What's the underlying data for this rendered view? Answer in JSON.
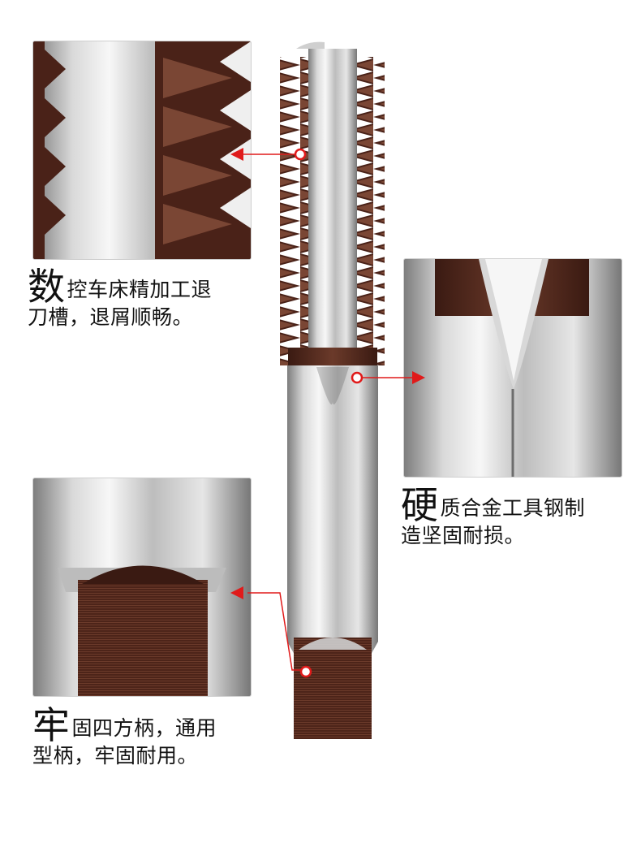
{
  "features": [
    {
      "id": "thread",
      "lead_char": "数",
      "line1_rest": "控车床精加工退",
      "line2": "刀槽，退屑顺畅。"
    },
    {
      "id": "material",
      "lead_char": "硬",
      "line1_rest": "质合金工具钢制",
      "line2": "造坚固耐损。"
    },
    {
      "id": "shank",
      "lead_char": "牢",
      "line1_rest": "固四方柄，通用",
      "line2": "型柄，牢固耐用。"
    }
  ],
  "colors": {
    "pointer": "#e01a1a",
    "coating": "#5a2a1e",
    "steel_light": "#e9e9e9",
    "steel_dark": "#8a8a8a"
  }
}
